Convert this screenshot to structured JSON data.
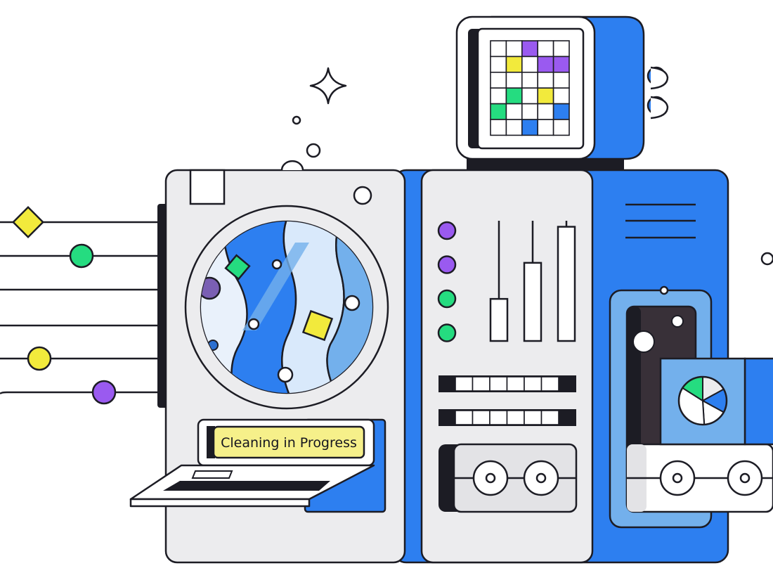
{
  "status": {
    "label": "Cleaning in Progress"
  },
  "icons": {
    "sparkle": "sparkle-icon",
    "pie": "pie-chart-icon",
    "washer": "washing-machine",
    "laptop": "laptop",
    "monitor": "grid-monitor"
  },
  "colors": {
    "outline": "#1c1c24",
    "blue": "#2d7ff0",
    "light_blue": "#73b0ec",
    "pale_blue": "#d9e9fb",
    "panel_gray": "#ececee",
    "yellow": "#f2ea3c",
    "green": "#25dc80",
    "purple": "#9a5af0",
    "dark_slot": "#383038",
    "label_yellow": "#f6f08a"
  },
  "monitor_grid": {
    "rows": 6,
    "cols": 5,
    "cells": [
      "w",
      "w",
      "p",
      "w",
      "w",
      "w",
      "y",
      "w",
      "p",
      "p",
      "w",
      "w",
      "w",
      "w",
      "w",
      "w",
      "g",
      "w",
      "y",
      "w",
      "g",
      "w",
      "w",
      "w",
      "b",
      "w",
      "w",
      "b",
      "w",
      "w"
    ]
  },
  "indicator_lights": [
    "purple",
    "purple",
    "green",
    "green"
  ],
  "sliders": [
    {
      "level": 0.35
    },
    {
      "level": 0.65
    },
    {
      "level": 0.95
    }
  ],
  "pie": {
    "slices": [
      {
        "share": 0.17,
        "color": "#ececee"
      },
      {
        "share": 0.16,
        "color": "#2d7ff0"
      },
      {
        "share": 0.16,
        "color": "#ffffff"
      },
      {
        "share": 0.35,
        "color": "#ffffff"
      },
      {
        "share": 0.16,
        "color": "#25dc80"
      }
    ]
  },
  "side_nodes": [
    {
      "shape": "diamond",
      "color": "yellow"
    },
    {
      "shape": "circle",
      "color": "green"
    },
    {
      "shape": "circle",
      "color": "yellow"
    },
    {
      "shape": "circle",
      "color": "purple"
    }
  ]
}
